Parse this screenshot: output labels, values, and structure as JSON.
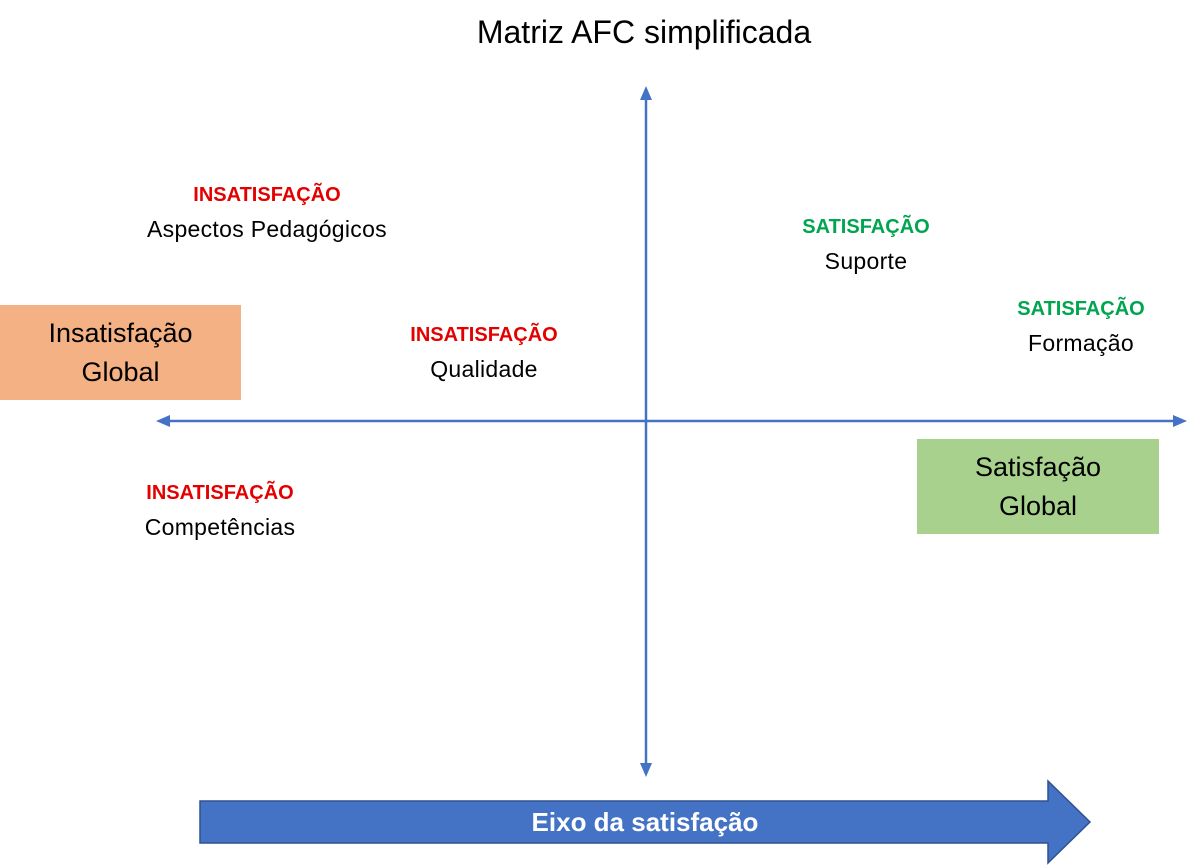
{
  "title": "Matriz AFC simplificada",
  "colors": {
    "insatisfacao": "#e50000",
    "satisfacao": "#00a550",
    "axis": "#4472c4",
    "insatisfacao_box": "#f4b183",
    "satisfacao_box": "#a9d18e",
    "arrow_fill": "#4472c4",
    "arrow_stroke": "#2f528f"
  },
  "items": [
    {
      "tag": "INSATISFAÇÃO",
      "name": "Aspectos Pedagógicos",
      "kind": "insatisfacao"
    },
    {
      "tag": "INSATISFAÇÃO",
      "name": "Qualidade",
      "kind": "insatisfacao"
    },
    {
      "tag": "INSATISFAÇÃO",
      "name": "Competências",
      "kind": "insatisfacao"
    },
    {
      "tag": "SATISFAÇÃO",
      "name": "Suporte",
      "kind": "satisfacao"
    },
    {
      "tag": "SATISFAÇÃO",
      "name": "Formação",
      "kind": "satisfacao"
    }
  ],
  "boxes": {
    "insatisfacao_global": {
      "line1": "Insatisfação",
      "line2": "Global"
    },
    "satisfacao_global": {
      "line1": "Satisfação",
      "line2": "Global"
    }
  },
  "axis_label": "Eixo da satisfação"
}
